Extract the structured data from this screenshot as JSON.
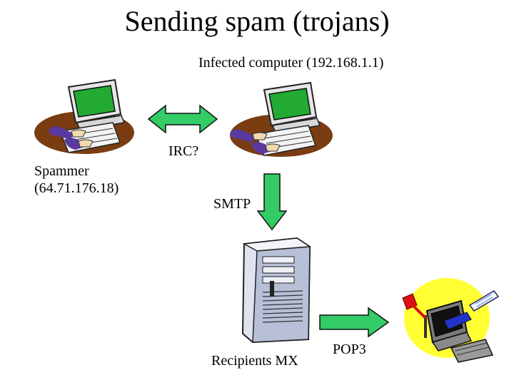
{
  "title": "Sending spam (trojans)",
  "labels": {
    "infected": "Infected computer (192.168.1.1)",
    "spammer_line1": "Spammer",
    "spammer_line2": "(64.71.176.18)",
    "irc": "IRC?",
    "smtp": "SMTP",
    "mx": "Recipients MX",
    "pop3": "POP3"
  },
  "colors": {
    "arrow_green": "#33cc66",
    "desk_brown": "#7a3d12",
    "screen_green": "#22aa33",
    "monitor_beige": "#e6e6e6",
    "hand_purple": "#5a3aa0",
    "server_grey": "#b8c0d8",
    "mail_yellow": "#ffff33",
    "flag_red": "#dd1111"
  },
  "icons": [
    "desktop-computer-icon",
    "desktop-computer-icon",
    "server-tower-icon",
    "email-computer-icon"
  ]
}
